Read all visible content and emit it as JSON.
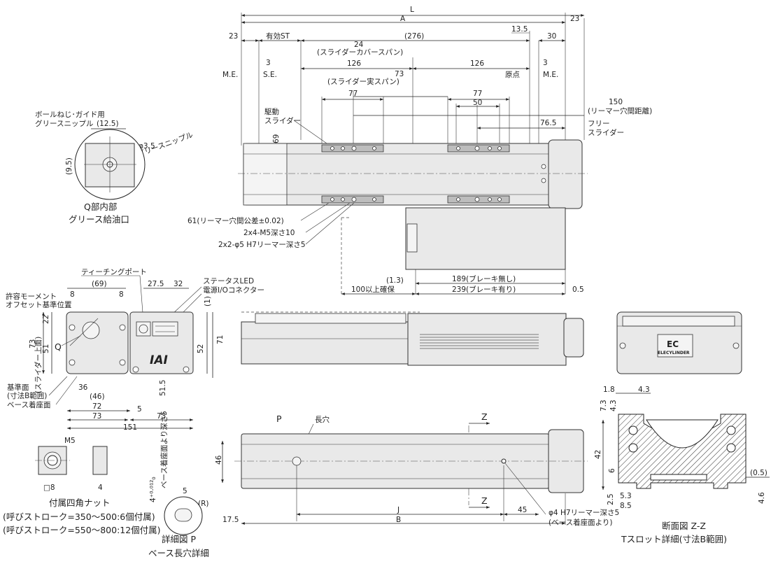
{
  "dims": {
    "L": "L",
    "A": "A",
    "d23a": "23",
    "d23b": "23",
    "stroke": "有効ST",
    "d24": "24",
    "cover_span": "(スライダーカバースパン)",
    "d276": "(276)",
    "d13_5": "13.5",
    "d30": "30",
    "d126a": "126",
    "d126b": "126",
    "d3a": "3",
    "d3b": "3",
    "me1": "M.E.",
    "se": "S.E.",
    "origin": "原点",
    "me2": "M.E.",
    "d73": "73",
    "real_span": "(スライダー実スパン)",
    "d77a": "77",
    "d77b": "77",
    "d50": "50",
    "d150": "150",
    "reamer_pitch": "(リーマー穴間距離)",
    "d76_5": "76.5",
    "d69": "69",
    "drive_slider": "駆動\nスライダー",
    "free_slider": "フリー\nスライダー",
    "reamer_tol": "61(リーマー穴間公差±0.02)",
    "m5": "2x4-M5深さ10",
    "h7": "2x2-φ5 H7リーマー深さ5",
    "d1_3": "(1.3)",
    "secure": "100以上確保",
    "d189": "189(ブレーキ無し)",
    "d239": "239(ブレーキ有り)",
    "d0_5": "0.5"
  },
  "q_detail": {
    "grease_nipple": "ボールねじ･ガイド用\nグリースニップル",
    "d12_5": "(12.5)",
    "phi3_5": "φ3.5",
    "nipple2": "グリースニップル",
    "d9_5": "(9.5)",
    "title": "Q部内部\nグリース給油口"
  },
  "end_view": {
    "teaching_port": "ティーチングポート",
    "d69": "(69)",
    "d27_5": "27.5",
    "d32": "32",
    "status_led": "ステータスLED",
    "power_io": "電源I/Oコネクター",
    "moment_ref": "許容モーメント\nオフセット基準位置",
    "d8a": "8",
    "d8b": "8",
    "d22": "22",
    "d73": "73",
    "slider_top": "(スライダー上面)",
    "d51": "51",
    "q": "Q",
    "d1": "(1)",
    "d52": "52",
    "d71": "71",
    "d51_5": "51.5",
    "ref_face": "基準面\n(寸法B範囲)",
    "base_face": "ベース着座面",
    "d36": "36",
    "d46": "(46)",
    "d72": "72",
    "d5": "5",
    "d73b": "73",
    "d73c": "73",
    "d151": "151",
    "iai": "IAI"
  },
  "nut": {
    "m5": "M5",
    "d8": "□8",
    "d4": "4",
    "title": "付属四角ナット",
    "line1": "(呼びストローク=350～500:6個付属)",
    "line2": "(呼びストローク=550～800:12個付属)"
  },
  "detail_p": {
    "depth": "ベース着座面より深さ5",
    "tol": "4⁺⁰·⁰¹²₀",
    "d5": "5",
    "r": "(R)",
    "title": "詳細図 P",
    "subtitle": "ベース長穴詳細"
  },
  "bottom_view": {
    "p": "P",
    "slot": "長穴",
    "z1": "Z",
    "z2": "Z",
    "d46": "46",
    "j": "J",
    "d45": "45",
    "b": "B",
    "d17_5": "17.5",
    "phi4": "φ4 H7リーマー深さ5\n(ベース着座面より)"
  },
  "section": {
    "d1_8": "1.8",
    "d4_3": "4.3",
    "d7_3": "7.3",
    "d4_3b": "4.3",
    "d42": "42",
    "d6": "6",
    "d0_5": "(0.5)",
    "d5_3": "5.3",
    "d8_5": "8.5",
    "d2_5": "2.5",
    "d4_6": "4.6",
    "title": "断面図 Z-Z",
    "subtitle": "Tスロット詳細(寸法B範囲)"
  },
  "logo": {
    "brand": "ELECYLINDER"
  }
}
